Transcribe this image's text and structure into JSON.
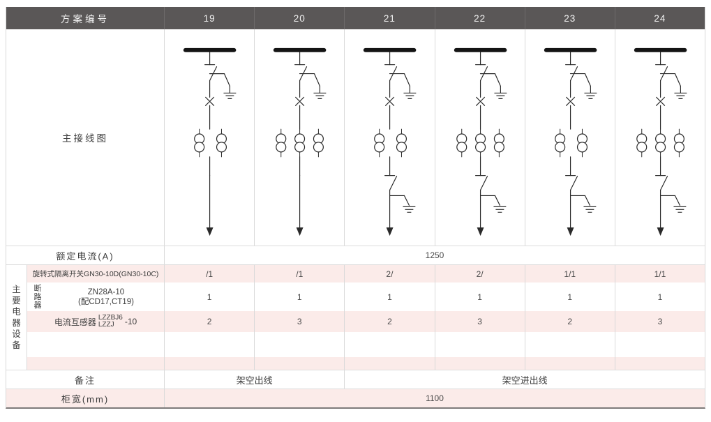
{
  "header": {
    "label": "方案编号",
    "schemes": [
      "19",
      "20",
      "21",
      "22",
      "23",
      "24"
    ]
  },
  "diagram_row": {
    "label": "主接线图"
  },
  "rated_current": {
    "label": "额定电流(A)",
    "value": "1250"
  },
  "equipment": {
    "group_label_chars": [
      "主",
      "要",
      "电",
      "器",
      "设",
      "备"
    ],
    "switch_row": {
      "label": "旋转式隔离开关GN30-10D(GN30-10C)",
      "values": [
        "/1",
        "/1",
        "2/",
        "2/",
        "1/1",
        "1/1"
      ]
    },
    "breaker_row": {
      "sub_label_chars": [
        "断",
        "路",
        "器"
      ],
      "model_line1": "ZN28A-10",
      "model_line2": "(配CD17,CT19)",
      "values": [
        "1",
        "1",
        "1",
        "1",
        "1",
        "1"
      ]
    },
    "ct_row": {
      "label": "电流互感器",
      "frac_top": "LZZBJ6",
      "frac_bottom": "LZZJ",
      "suffix": "-10",
      "values": [
        "2",
        "3",
        "2",
        "3",
        "2",
        "3"
      ]
    }
  },
  "remark": {
    "label": "备注",
    "value_left": "架空出线",
    "value_right": "架空进出线"
  },
  "cabinet_width": {
    "label": "柜宽(mm)",
    "value": "1100"
  },
  "diagrams": [
    {
      "cts": 2,
      "in_out": false
    },
    {
      "cts": 3,
      "in_out": false
    },
    {
      "cts": 2,
      "in_out": true
    },
    {
      "cts": 3,
      "in_out": true
    },
    {
      "cts": 2,
      "in_out": true
    },
    {
      "cts": 3,
      "in_out": true
    }
  ],
  "colors": {
    "header_bg": "#5a5757",
    "pink_row": "#fbebe9",
    "line": "#d9d9d9"
  }
}
